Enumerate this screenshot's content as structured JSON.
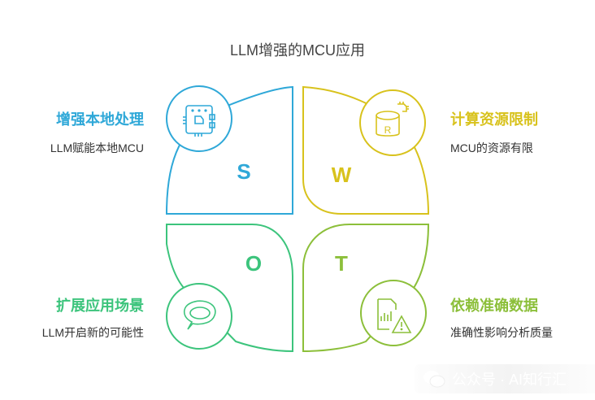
{
  "title": "LLM增强的MCU应用",
  "colors": {
    "strength": "#2fa8d8",
    "weakness": "#d8c21c",
    "opportunity": "#3cc47c",
    "threat": "#8cbf3a",
    "text": "#333333",
    "title": "#444444"
  },
  "quadrants": {
    "strength": {
      "letter": "S",
      "title": "增强本地处理",
      "description": "LLM赋能本地MCU",
      "icon": "circuit-board-icon"
    },
    "weakness": {
      "letter": "W",
      "title": "计算资源限制",
      "description": "MCU的资源有限",
      "icon": "database-chip-icon"
    },
    "opportunity": {
      "letter": "O",
      "title": "扩展应用场景",
      "description": "LLM开启新的可能性",
      "icon": "chat-bubble-icon"
    },
    "threat": {
      "letter": "T",
      "title": "依赖准确数据",
      "description": "准确性影响分析质量",
      "icon": "data-warning-icon"
    }
  },
  "watermark": {
    "text": "公众号 · AI知行汇",
    "icon": "wechat-icon"
  }
}
